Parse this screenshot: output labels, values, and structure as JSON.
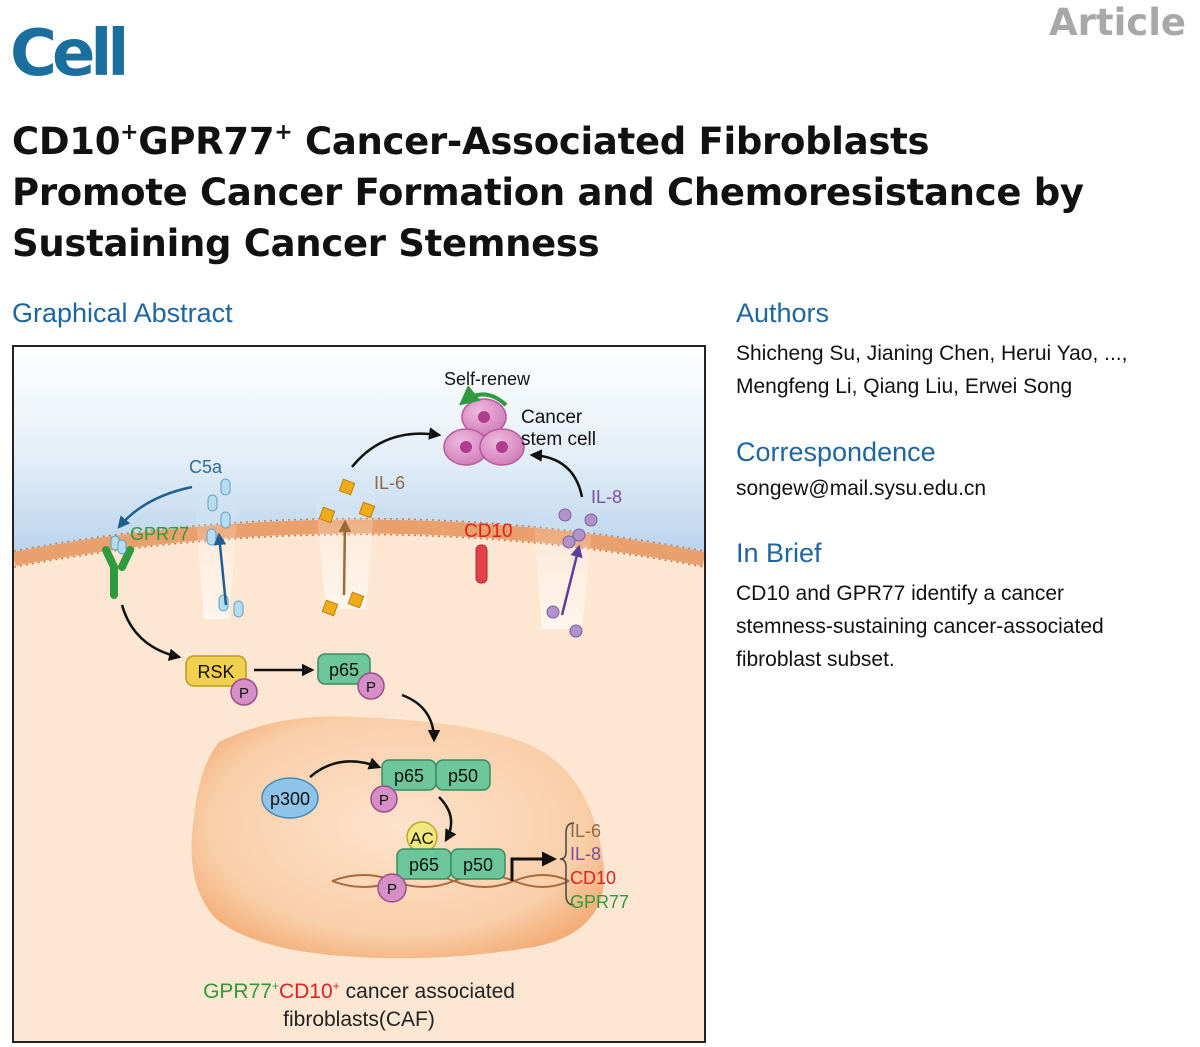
{
  "header": {
    "journal": "Cell",
    "article_type": "Article"
  },
  "title": {
    "line1_a": "CD10",
    "line1_sup1": "+",
    "line1_b": "GPR77",
    "line1_sup2": "+",
    "line1_c": " Cancer-Associated Fibroblasts",
    "line2": "Promote Cancer Formation and Chemoresistance by",
    "line3": "Sustaining Cancer Stemness"
  },
  "graphical_abstract": {
    "heading": "Graphical Abstract",
    "labels": {
      "self_renew": "Self-renew",
      "cancer": "Cancer",
      "stem_cell": "stem cell",
      "c5a": "C5a",
      "il6": "IL-6",
      "il8": "IL-8",
      "gpr77": "GPR77",
      "cd10": "CD10",
      "rsk": "RSK",
      "p": "P",
      "p65": "p65",
      "p50": "p50",
      "p300": "p300",
      "ac": "AC",
      "gene_il6": "IL-6",
      "gene_il8": "IL-8",
      "gene_cd10": "CD10",
      "gene_gpr77": "GPR77",
      "caption_gpr77": "GPR77",
      "caption_sup": "+",
      "caption_cd10": "CD10",
      "caption_rest": "cancer associated",
      "caption_line2": "fibroblasts(CAF)"
    },
    "colors": {
      "membrane": "#eba26e",
      "cytoplasm": "#fde7d3",
      "nucleus": "#f7c397",
      "extracellular": "#bad4ec",
      "stem_cell": "#d585bf",
      "c5a": "#a9d5ea",
      "il6": "#f0ad1a",
      "il8": "#b193c8",
      "gpr77": "#3aa24a",
      "cd10": "#e2434a",
      "rsk": "#f0d04e",
      "p": "#d58ec6",
      "p65_p50": "#6dc59a",
      "p300": "#8ec4ea",
      "ac": "#f2e77c",
      "il6_text": "#8a6a4a",
      "il8_text": "#7b4d9e",
      "cd10_text": "#e32020",
      "gpr77_text": "#2e9a3a"
    }
  },
  "authors": {
    "heading": "Authors",
    "line1": "Shicheng Su, Jianing Chen, Herui Yao, ...,",
    "line2": "Mengfeng Li, Qiang Liu, Erwei Song"
  },
  "correspondence": {
    "heading": "Correspondence",
    "email": "songew@mail.sysu.edu.cn"
  },
  "in_brief": {
    "heading": "In Brief",
    "line1": "CD10 and GPR77 identify a cancer",
    "line2": "stemness-sustaining cancer-associated",
    "line3": "fibroblast subset."
  }
}
